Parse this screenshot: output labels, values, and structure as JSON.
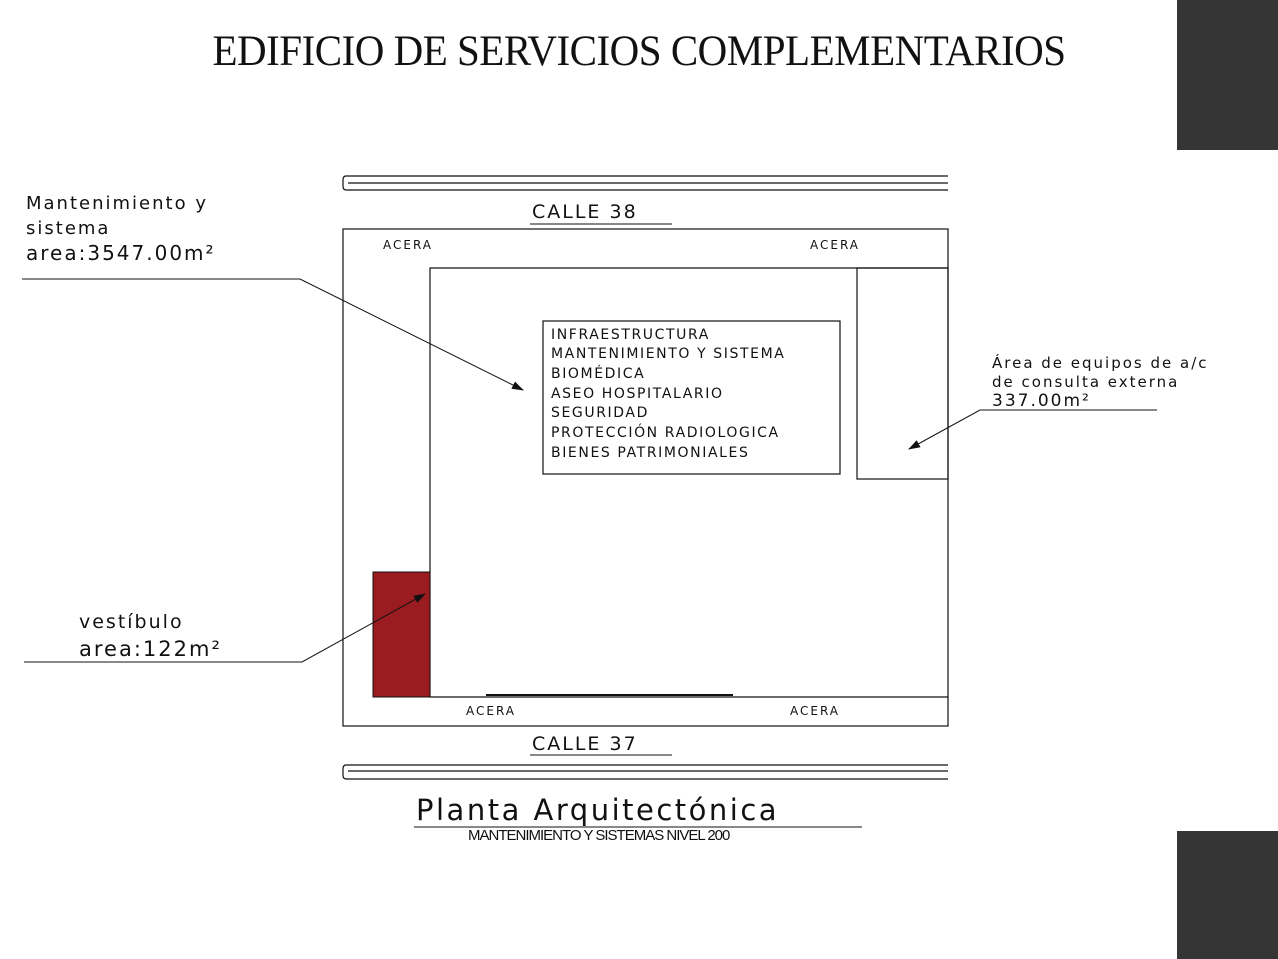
{
  "title": "EDIFICIO DE SERVICIOS COMPLEMENTARIOS",
  "streets": {
    "north": "CALLE 38",
    "south": "CALLE 37"
  },
  "sidewalk": "ACERA",
  "program_list": [
    "INFRAESTRUCTURA",
    "MANTENIMIENTO Y SISTEMA",
    "BIOMÉDICA",
    "ASEO HOSPITALARIO",
    "SEGURIDAD",
    "PROTECCIÓN RADIOLOGICA",
    "BIENES PATRIMONIALES"
  ],
  "callouts": {
    "maintenance": {
      "line1": "Mantenimiento y",
      "line2": "sistema",
      "line3": "area:3547.00m²"
    },
    "ac_area": {
      "line1": "Área de equipos de a/c",
      "line2": "de consulta externa",
      "line3": "337.00m²"
    },
    "lobby": {
      "line1": "vestíbulo",
      "line2": "area:122m²"
    }
  },
  "caption": {
    "main": "Planta Arquitectónica",
    "sub": "MANTENIMIENTO Y SISTEMAS NIVEL 200"
  },
  "colors": {
    "lobby_fill": "#9b1c20",
    "side_blocks": "#353535",
    "line": "#111111"
  }
}
